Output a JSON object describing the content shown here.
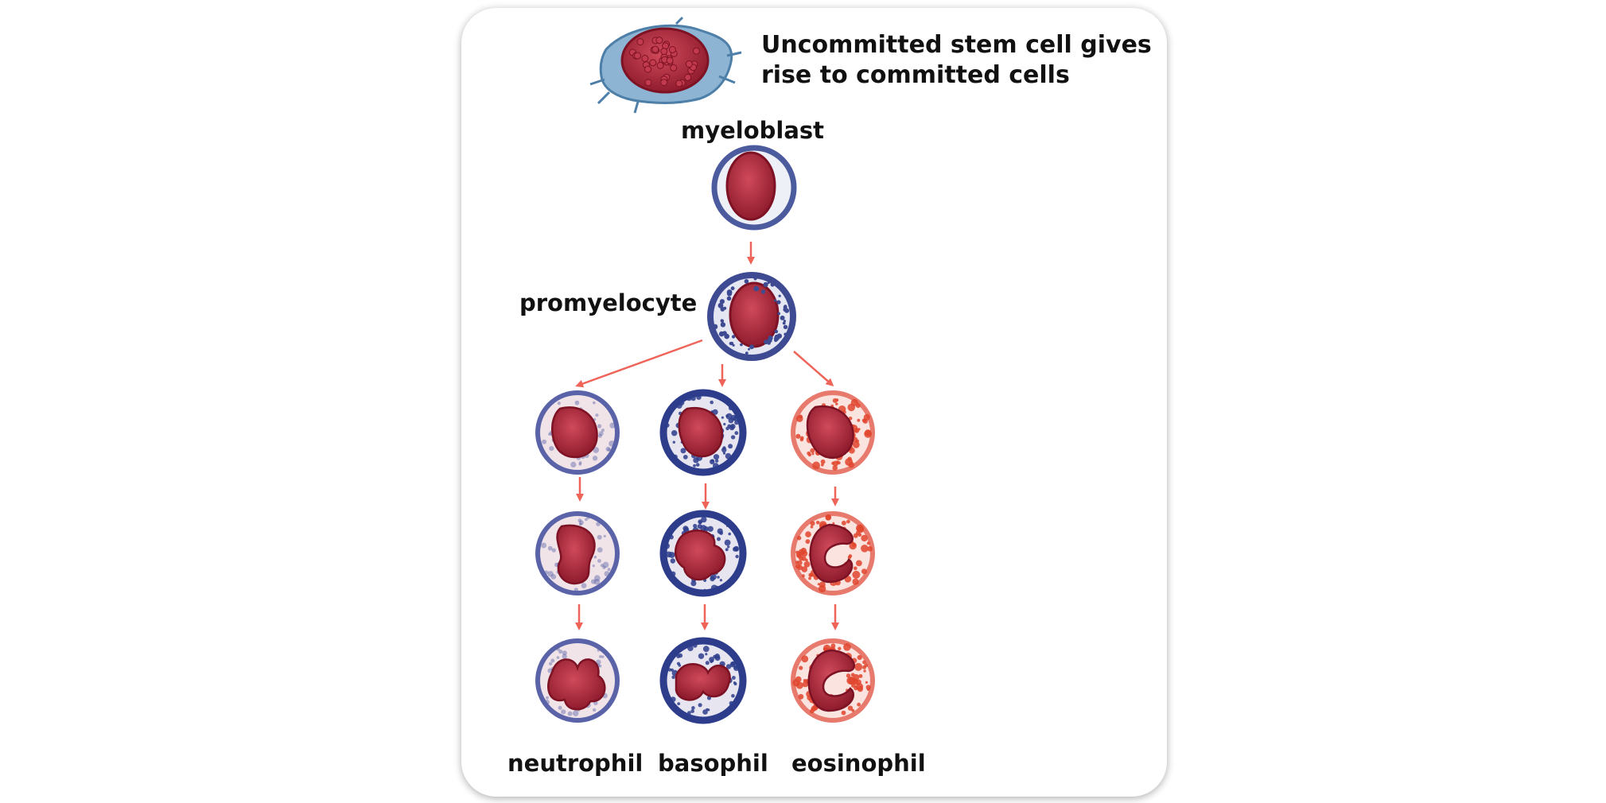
{
  "header": {
    "title_line1": "Uncommitted stem cell gives",
    "title_line2": "rise to committed cells"
  },
  "stages": {
    "myeloblast": "myeloblast",
    "promyelocyte": "promyelocyte"
  },
  "lineages": [
    {
      "label": "neutrophil",
      "granule_color": "#5a63a8",
      "cytoplasm_color": "#f1e4e8"
    },
    {
      "label": "basophil",
      "granule_color": "#2d3d8c",
      "cytoplasm_color": "#e7e5f0"
    },
    {
      "label": "eosinophil",
      "granule_color": "#e0452e",
      "cytoplasm_color": "#fbe3df"
    }
  ],
  "colors": {
    "arrow": "#ef6459",
    "nucleus": "#b3283c",
    "nucleus_dark": "#7d1224",
    "membrane": "#4c5a9e",
    "stem_cell_cytoplasm": "#8db4d2"
  }
}
